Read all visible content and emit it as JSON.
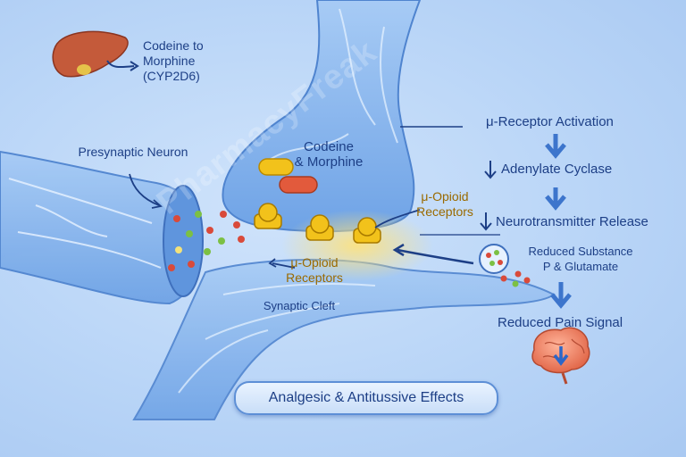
{
  "liver": {
    "label_line1": "Codeine to",
    "label_line2": "Morphine",
    "label_line3": "(CYP2D6)"
  },
  "labels": {
    "presynaptic": "Presynaptic Neuron",
    "drugs_line1": "Codeine",
    "drugs_line2": "& Morphine",
    "receptor_upper_line1": "μ-Opioid",
    "receptor_upper_line2": "Receptors",
    "receptor_lower_line1": "μ-Opioid",
    "receptor_lower_line2": "Receptors",
    "cleft": "Synaptic Cleft"
  },
  "pathway": {
    "step1": "μ-Receptor Activation",
    "step2": "Adenylate Cyclase",
    "step3": "Neurotransmitter Release",
    "step4_line1": "Reduced Substance",
    "step4_line2": "P & Glutamate",
    "step5": "Reduced Pain Signal"
  },
  "banner": "Analgesic & Antitussive Effects",
  "watermark": "PharmacyFreak",
  "colors": {
    "background": "#b9d5f7",
    "neuron": "#8ebbf0",
    "accent_text": "#1d3f86",
    "receptor": "#f2c21b",
    "liver": "#c45a3a"
  },
  "icons": [
    "liver-icon",
    "brain-icon",
    "down-arrow-icon",
    "pill-icon",
    "vesicle-icon"
  ]
}
